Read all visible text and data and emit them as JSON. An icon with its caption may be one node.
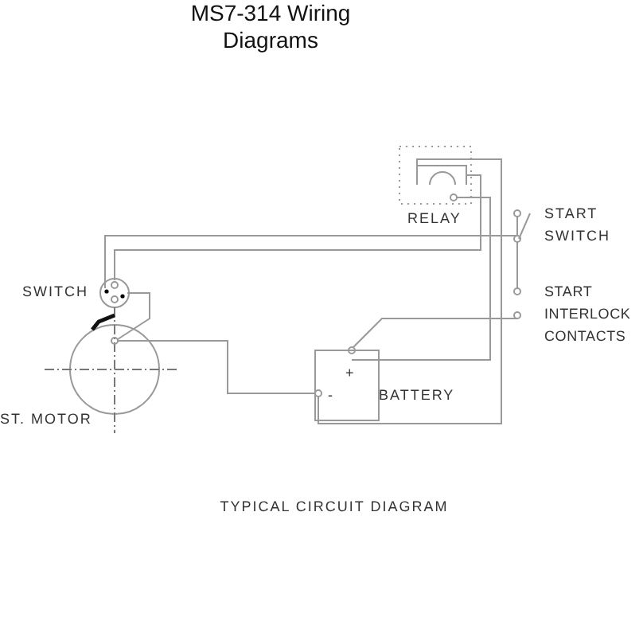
{
  "diagram": {
    "title": "MS7-314 Wiring Diagrams",
    "caption": "TYPICAL CIRCUIT DIAGRAM",
    "nodes": [
      {
        "text": [
          "SWITCH"
        ]
      },
      {
        "text": [
          "RELAY"
        ]
      },
      {
        "text": [
          "START SWITCH"
        ]
      },
      {
        "text": [
          "START INTERLOCK CONTACTS"
        ]
      },
      {
        "text": [
          "ST. MOTOR"
        ]
      },
      {
        "text": [
          "+",
          "-",
          "BATTERY"
        ]
      }
    ],
    "edges": [
      {
        "from": 0,
        "to": 2,
        "arrow": "none"
      },
      {
        "from": 0,
        "to": 1,
        "arrow": "none"
      },
      {
        "from": 0,
        "to": 4,
        "arrow": "none"
      },
      {
        "from": 4,
        "to": 5,
        "arrow": "none"
      },
      {
        "from": 1,
        "to": 5,
        "arrow": "none"
      },
      {
        "from": 5,
        "to": 3,
        "arrow": "none"
      },
      {
        "from": 5,
        "to": 1,
        "arrow": "none"
      },
      {
        "from": 2,
        "to": 3,
        "arrow": "none"
      }
    ]
  }
}
